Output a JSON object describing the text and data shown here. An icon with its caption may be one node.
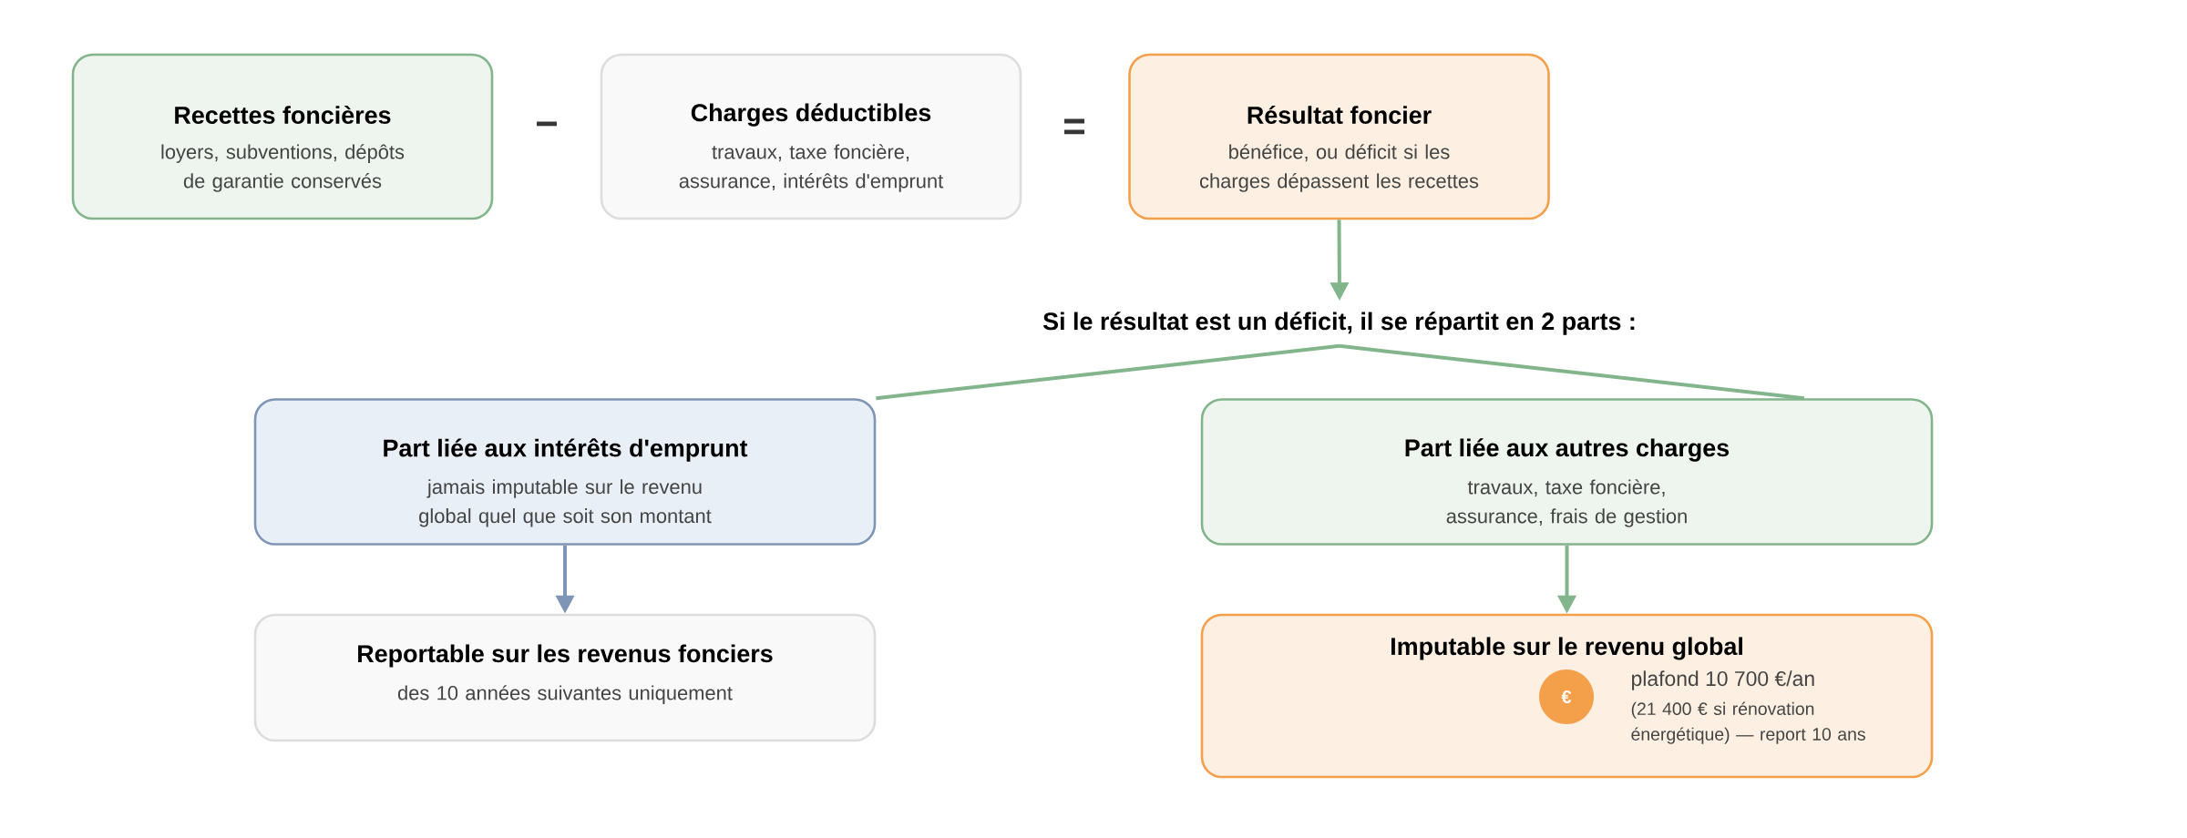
{
  "diagram": {
    "nodes": [
      {
        "text": [
          "Recettes foncières",
          "loyers, subventions, dépôts de garantie conservés"
        ]
      },
      {
        "text": [
          "Charges déductibles",
          "travaux, taxe foncière, assurance, intérêts d'emprunt"
        ]
      },
      {
        "text": [
          "Résultat foncier",
          "bénéfice, ou déficit si les charges dépassent les recettes"
        ]
      },
      {
        "text": [
          "Si le résultat est un déficit, il se répartit en 2 parts :"
        ]
      },
      {
        "text": [
          "Part liée aux intérêts d'emprunt",
          "jamais imputable sur le revenu global quel que soit son montant"
        ]
      },
      {
        "text": [
          "Part liée aux autres charges",
          "travaux, taxe foncière, assurance, frais de gestion"
        ]
      },
      {
        "text": [
          "Reportable sur les revenus fonciers",
          "des 10 années suivantes uniquement"
        ]
      },
      {
        "text": [
          "Imputable sur le revenu global",
          "€",
          "plafond 10 700 €/an",
          "(21 400 € si rénovation énergétique) — report 10 ans"
        ]
      }
    ],
    "edges": [
      {
        "from": 2,
        "to": 3,
        "arrow": "to"
      },
      {
        "from": 3,
        "to": 4,
        "arrow": "none"
      },
      {
        "from": 3,
        "to": 5,
        "arrow": "none"
      },
      {
        "from": 4,
        "to": 6,
        "arrow": "to",
        "color": "#7f95b5"
      },
      {
        "from": 5,
        "to": 7,
        "arrow": "to"
      }
    ],
    "labels": [
      "−",
      "="
    ]
  }
}
